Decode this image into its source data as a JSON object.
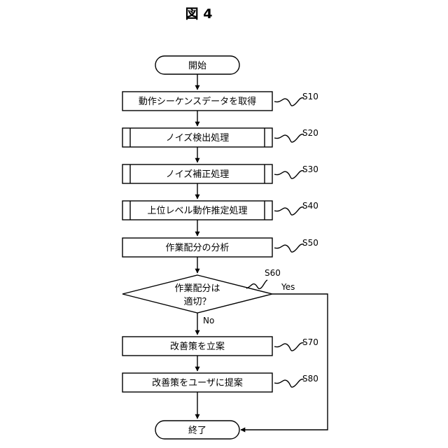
{
  "figure_title": "図 4",
  "nodes": {
    "start": {
      "label": "開始"
    },
    "s10": {
      "label": "動作シーケンスデータを取得",
      "step": "S10"
    },
    "s20": {
      "label": "ノイズ検出処理",
      "step": "S20"
    },
    "s30": {
      "label": "ノイズ補正処理",
      "step": "S30"
    },
    "s40": {
      "label": "上位レベル動作推定処理",
      "step": "S40"
    },
    "s50": {
      "label": "作業配分の分析",
      "step": "S50"
    },
    "s60": {
      "label_line1": "作業配分は",
      "label_line2": "適切？",
      "step": "S60"
    },
    "s70": {
      "label": "改善策を立案",
      "step": "S70"
    },
    "s80": {
      "label": "改善策をユーザに提案",
      "step": "S80"
    },
    "end": {
      "label": "終了"
    }
  },
  "branches": {
    "yes": "Yes",
    "no": "No"
  }
}
